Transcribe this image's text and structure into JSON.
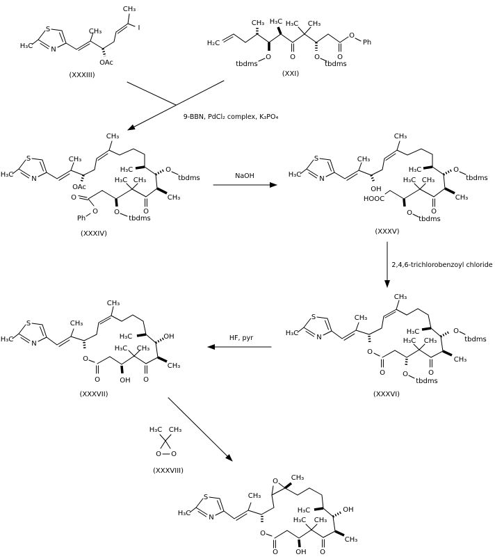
{
  "colors": {
    "ink": "#000000",
    "background": "#ffffff"
  },
  "arrows": {
    "coupling_reagents": "9-BBN, PdCl₂ complex, K₃PO₄",
    "saponification": "NaOH",
    "acylation": "2,4,6-trichlorobenzoyl chloride",
    "deprotection": "HF, pyr"
  },
  "structures": {
    "xxxiii": {
      "label": "(XXXIII)",
      "atoms": {
        "s": "S",
        "n": "N",
        "h3c": "H₃C",
        "ch3_vinyl": "CH₃",
        "ch3_iodo": "CH₃",
        "iodine": "I",
        "oac": "OAc"
      }
    },
    "xxi": {
      "label": "(XXI)",
      "atoms": {
        "h2c": "H₂C",
        "ch3_c8": "CH₃",
        "h3c_c6": "H₃C",
        "h3c_gem": "H₃C",
        "ch3_gem": "CH₃",
        "o_left": "O",
        "tbdms_left": "tbdms",
        "o_ketone": "O",
        "o_right": "O",
        "tbdms_right": "tbdms",
        "o_carbonyl": "O",
        "o_ester": "O",
        "ph": "Ph"
      }
    },
    "xxxiv": {
      "label": "(XXXIV)",
      "atoms": {
        "s": "S",
        "n": "N",
        "h3c_thiazole": "H₃C",
        "ch3_vinyl": "CH₃",
        "oac": "OAc",
        "ch3_alkene": "CH₃",
        "h3c_c8": "H₃C",
        "o_c7": "O",
        "tbdms_c7": "tbdms",
        "ch3_c6": "CH₃",
        "o_ketone": "O",
        "h3c_gem": "H₃C",
        "ch3_gem": "CH₃",
        "o_c3": "O",
        "tbdms_c3": "tbdms",
        "o_carbonyl": "O",
        "o_ester": "O",
        "ph": "Ph"
      }
    },
    "xxxv": {
      "label": "(XXXV)",
      "atoms": {
        "s": "S",
        "n": "N",
        "h3c_thiazole": "H₃C",
        "ch3_vinyl": "CH₃",
        "oh_c15": "OH",
        "ch3_alkene": "CH₃",
        "h3c_c8": "H₃C",
        "o_c7": "O",
        "tbdms_c7": "tbdms",
        "ch3_c6": "CH₃",
        "o_ketone": "O",
        "h3c_gem": "H₃C",
        "ch3_gem": "CH₃",
        "o_c3": "O",
        "tbdms_c3": "tbdms",
        "hooc": "HOOC"
      }
    },
    "xxxvi": {
      "label": "(XXXVI)",
      "atoms": {
        "s": "S",
        "n": "N",
        "h3c_thiazole": "H₃C",
        "ch3_vinyl": "CH₃",
        "o_ring": "O",
        "ch3_alkene": "CH₃",
        "h3c_c8": "H₃C",
        "o_c7": "O",
        "tbdms_c7": "tbdms",
        "ch3_c6": "CH₃",
        "o_ketone": "O",
        "h3c_gem": "H₃C",
        "ch3_gem": "CH₃",
        "o_c3": "O",
        "tbdms_c3": "tbdms",
        "o_lactone": "O"
      }
    },
    "xxxvii": {
      "label": "(XXXVII)",
      "atoms": {
        "s": "S",
        "n": "N",
        "h3c_thiazole": "H₃C",
        "ch3_vinyl": "CH₃",
        "o_ring": "O",
        "ch3_alkene": "CH₃",
        "h3c_c8": "H₃C",
        "oh_c7": "OH",
        "ch3_c6": "CH₃",
        "o_ketone": "O",
        "h3c_gem": "H₃C",
        "ch3_gem": "CH₃",
        "oh_c3": "OH",
        "o_lactone": "O"
      }
    },
    "xxxviii": {
      "label": "(XXXVIII)",
      "atoms": {
        "h3c": "H₃C",
        "ch3": "CH₃",
        "o_left": "O",
        "o_right": "O"
      }
    },
    "product": {
      "atoms": {
        "s": "S",
        "n": "N",
        "h3c_thiazole": "H₃C",
        "ch3_vinyl": "CH₃",
        "o_ring": "O",
        "o_epoxide": "O",
        "ch3_epoxide": "CH₃",
        "h3c_c8": "H₃C",
        "oh_c7": "OH",
        "ch3_c6": "CH₃",
        "o_ketone": "O",
        "h3c_gem": "H₃C",
        "ch3_gem": "CH₃",
        "oh_c3": "OH",
        "o_lactone": "O"
      }
    }
  }
}
